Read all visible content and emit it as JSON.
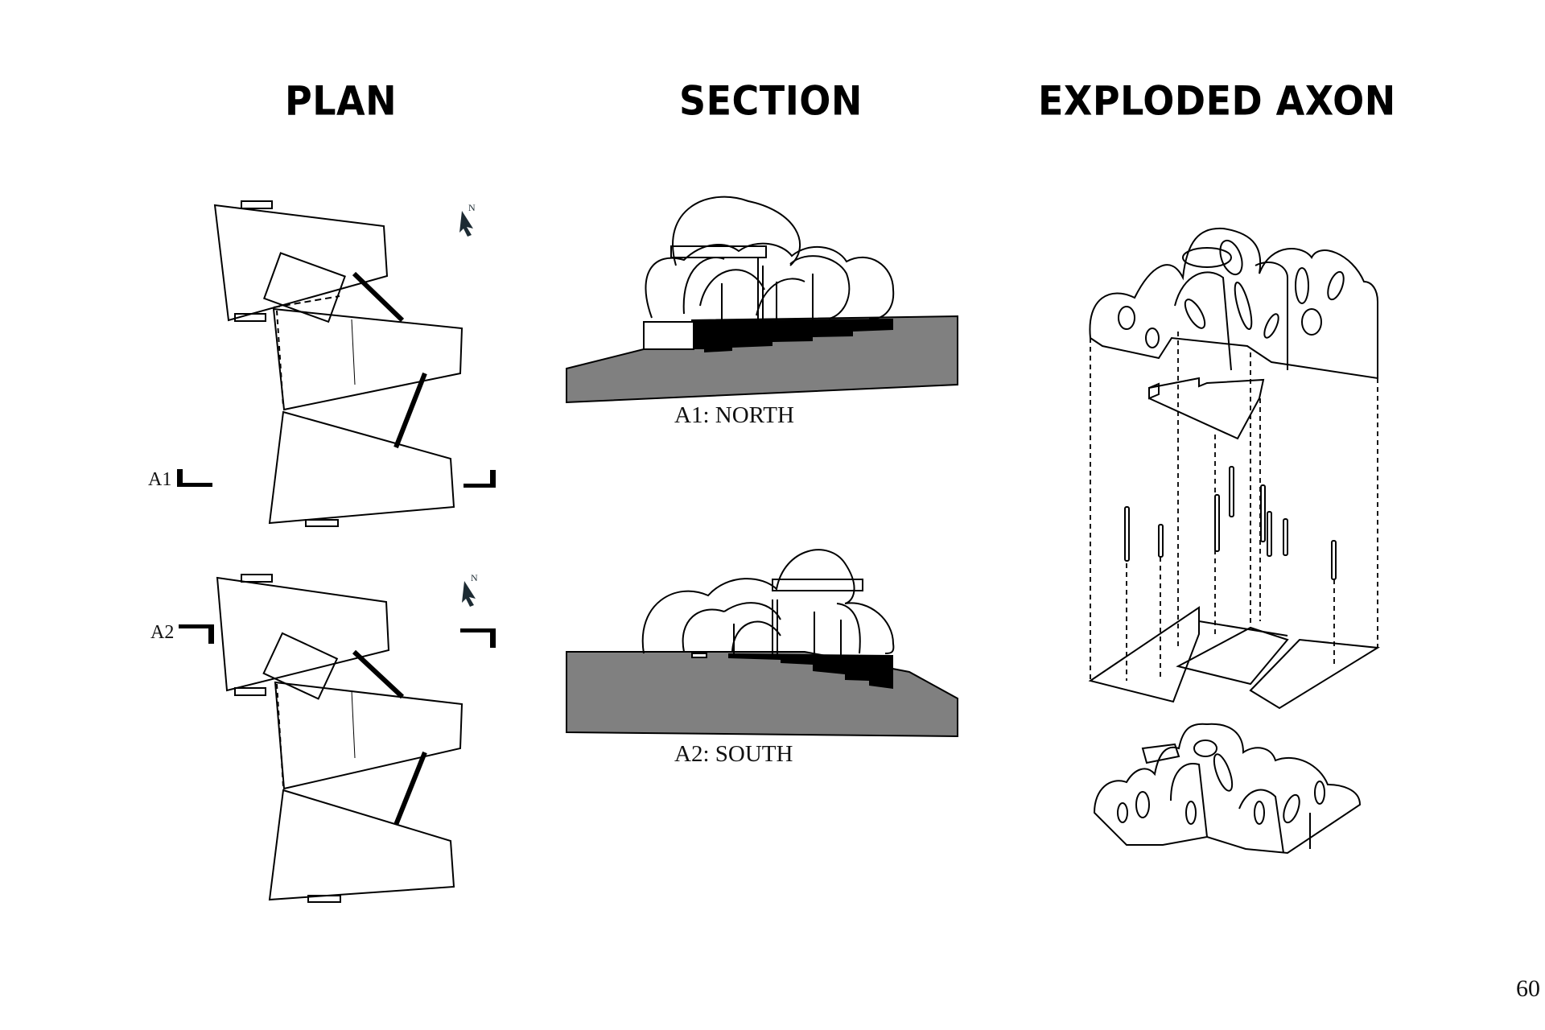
{
  "titles": {
    "plan": "PLAN",
    "section": "SECTION",
    "axon": "EXPLODED AXON"
  },
  "plan": {
    "north_label": "N",
    "markers": [
      "A1",
      "A2"
    ]
  },
  "sections": {
    "north_caption": "A1: NORTH",
    "south_caption": "A2: SOUTH"
  },
  "page_number": "60",
  "colors": {
    "ground": "#808080",
    "ink": "#000000",
    "north-arrow": "#1d2b33"
  }
}
